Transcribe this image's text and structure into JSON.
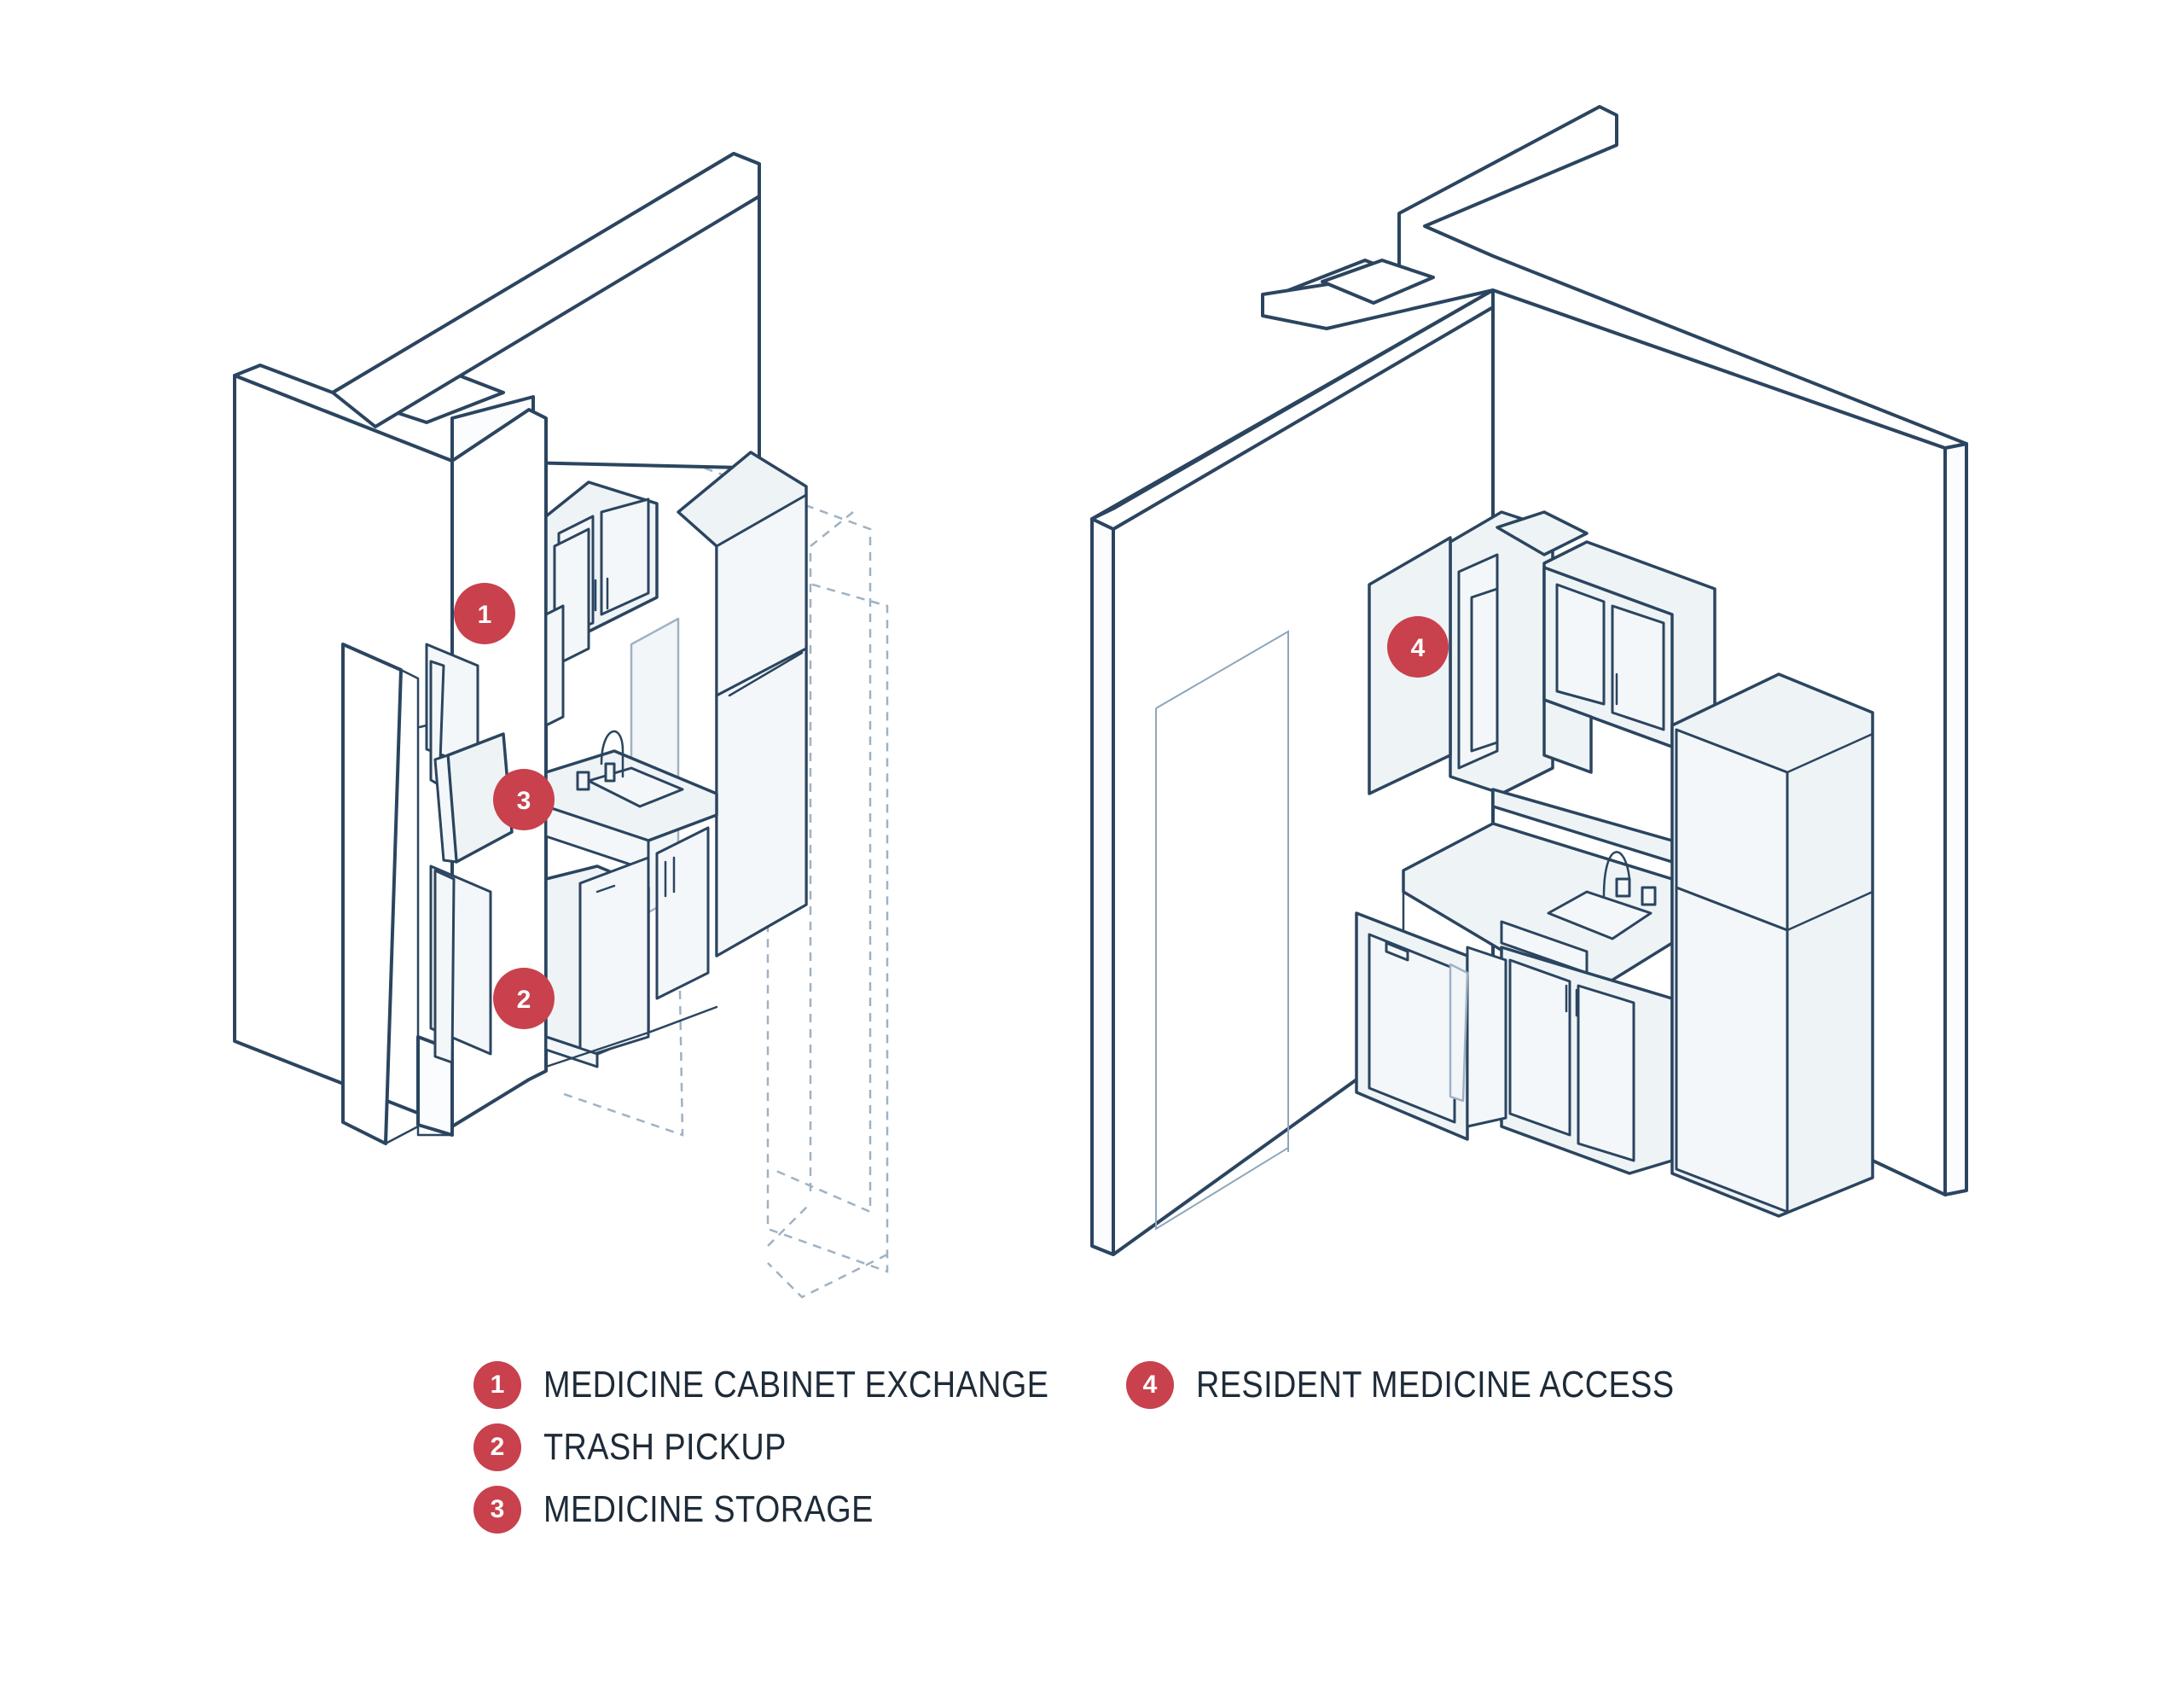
{
  "legend": [
    {
      "number": "1",
      "label": "MEDICINE CABINET EXCHANGE"
    },
    {
      "number": "2",
      "label": "TRASH PICKUP"
    },
    {
      "number": "3",
      "label": "MEDICINE STORAGE"
    },
    {
      "number": "4",
      "label": "RESIDENT MEDICINE ACCESS"
    }
  ],
  "markers": [
    {
      "number": "1"
    },
    {
      "number": "2"
    },
    {
      "number": "3"
    },
    {
      "number": "4"
    }
  ],
  "colors": {
    "marker": "#c8414d",
    "line": "#2b4560",
    "fill": "#eef3f6"
  }
}
